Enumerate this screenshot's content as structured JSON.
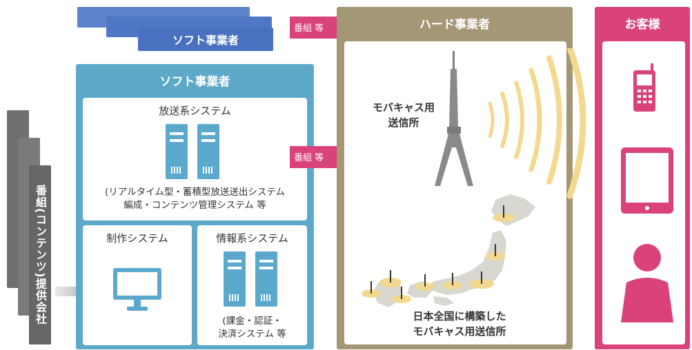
{
  "top_stack": {
    "label": "ソフト事業者"
  },
  "content_provider": {
    "label": "番組(コンテンツ)提供会社"
  },
  "soft_operator": {
    "title": "ソフト事業者",
    "broadcast_system": {
      "title": "放送系システム",
      "note_line1": "(リアルタイム型・蓄積型放送送出システム",
      "note_line2": "編成・コンテンツ管理システム 等"
    },
    "production_system": {
      "title": "制作システム"
    },
    "info_system": {
      "title": "情報系システム",
      "note_line1": "(課金・認証・",
      "note_line2": "決済システム 等"
    }
  },
  "arrows": {
    "top": "番組 等",
    "middle": "番組 等"
  },
  "hard_operator": {
    "title": "ハード事業者",
    "tower_label_line1": "モバキャス用",
    "tower_label_line2": "送信所",
    "map_label_line1": "日本全国に構築した",
    "map_label_line2": "モバキャス用送信所"
  },
  "customer": {
    "title": "お客様"
  },
  "icons": [
    "server-icon",
    "monitor-icon",
    "tower-icon",
    "signal-waves-icon",
    "japan-map-icon",
    "mobile-phone-icon",
    "tablet-icon",
    "person-icon"
  ],
  "colors": {
    "soft": "#5ea9c9",
    "top_stack": "#4a70c0",
    "hard": "#a49776",
    "customer": "#d9427a",
    "arrow_pink": "#d9427a",
    "waves": "#f3d98f"
  }
}
